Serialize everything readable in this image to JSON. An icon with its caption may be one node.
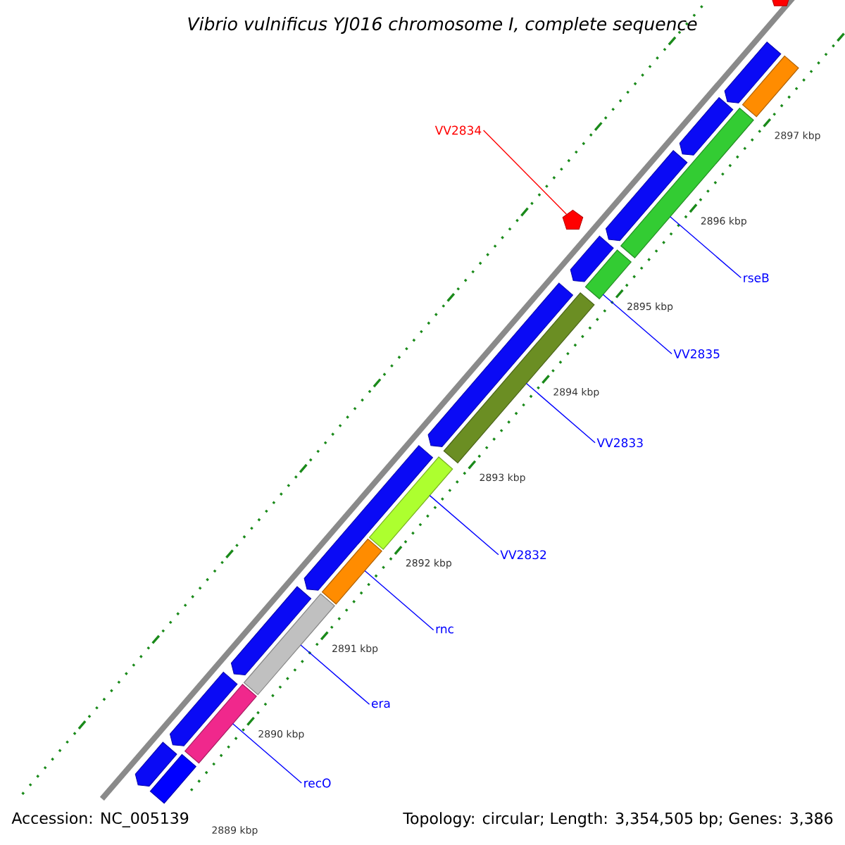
{
  "diagram": {
    "title": "Vibrio vulnificus YJ016 chromosome I, complete sequence",
    "nodes": [
      {
        "text": [
          "VV2834"
        ]
      },
      {
        "text": [
          "rseB"
        ]
      },
      {
        "text": [
          "VV2835"
        ]
      },
      {
        "text": [
          "VV2833"
        ]
      },
      {
        "text": [
          "VV2832"
        ]
      },
      {
        "text": [
          "rnc"
        ]
      },
      {
        "text": [
          "era"
        ]
      },
      {
        "text": [
          "recO"
        ]
      },
      {
        "text": [],
        "shape": "pentagon"
      },
      {
        "text": [],
        "shape": "bar"
      },
      {
        "text": [],
        "shape": "bar"
      },
      {
        "text": [],
        "shape": "pentagon"
      },
      {
        "text": [],
        "shape": "bar"
      },
      {
        "text": [],
        "shape": "bar"
      },
      {
        "text": [],
        "shape": "bar"
      },
      {
        "text": [],
        "shape": "bar"
      },
      {
        "text": [],
        "shape": "bar"
      },
      {
        "text": [],
        "shape": "bar"
      },
      {
        "text": [],
        "shape": "bar"
      },
      {
        "text": [],
        "shape": "arrow"
      },
      {
        "text": [],
        "shape": "arrow"
      },
      {
        "text": [],
        "shape": "arrow"
      },
      {
        "text": [],
        "shape": "arrow"
      },
      {
        "text": [],
        "shape": "arrow"
      },
      {
        "text": [],
        "shape": "arrow"
      },
      {
        "text": [],
        "shape": "arrow"
      },
      {
        "text": [],
        "shape": "arrow"
      },
      {
        "text": [],
        "shape": "arrow"
      }
    ],
    "edges": [
      {
        "from": 0,
        "to": 11,
        "arrow": "none",
        "color": "#ff0000"
      },
      {
        "from": 1,
        "to": 10,
        "arrow": "none"
      },
      {
        "from": 2,
        "to": 12,
        "arrow": "none"
      },
      {
        "from": 3,
        "to": 13,
        "arrow": "none"
      },
      {
        "from": 4,
        "to": 14,
        "arrow": "none"
      },
      {
        "from": 5,
        "to": 15,
        "arrow": "none"
      },
      {
        "from": 6,
        "to": 16,
        "arrow": "none"
      },
      {
        "from": 7,
        "to": 17,
        "arrow": "none"
      }
    ],
    "labels": [
      "2897 kbp",
      "2896 kbp",
      "2895 kbp",
      "2894 kbp",
      "2893 kbp",
      "2892 kbp",
      "2891 kbp",
      "2890 kbp",
      "2889 kbp",
      "Accession: NC_005139",
      "Topology: circular; Length: 3,354,505 bp; Genes: 3,386"
    ]
  }
}
